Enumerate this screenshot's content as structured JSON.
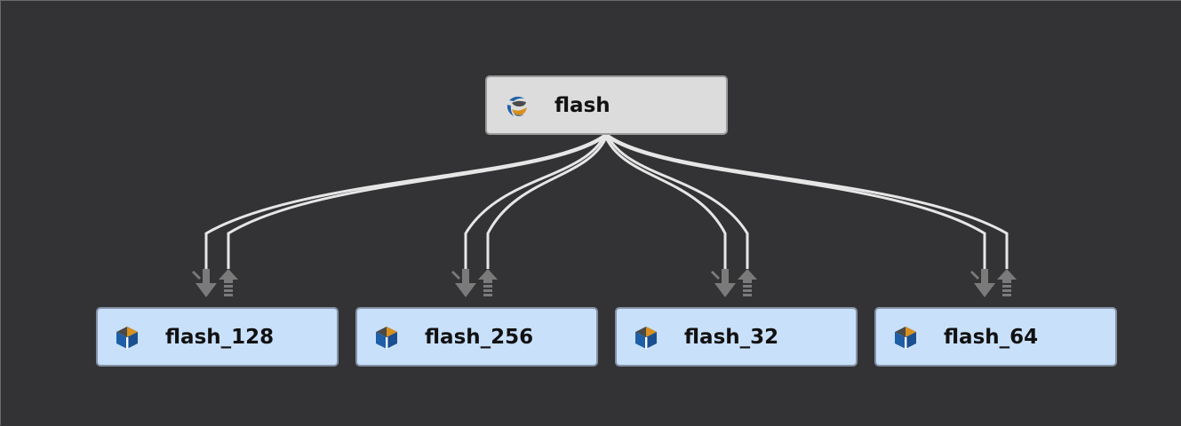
{
  "graph": {
    "parent": {
      "label": "flash",
      "icon": "package-globe-icon"
    },
    "children": [
      {
        "label": "flash_128",
        "icon": "cube-icon"
      },
      {
        "label": "flash_256",
        "icon": "cube-icon"
      },
      {
        "label": "flash_32",
        "icon": "cube-icon"
      },
      {
        "label": "flash_64",
        "icon": "cube-icon"
      }
    ],
    "edges": [
      {
        "from": "flash",
        "to": "flash_128",
        "types": [
          "down-arrow",
          "up-arrow"
        ]
      },
      {
        "from": "flash",
        "to": "flash_256",
        "types": [
          "down-arrow",
          "up-arrow"
        ]
      },
      {
        "from": "flash",
        "to": "flash_32",
        "types": [
          "down-arrow",
          "up-arrow"
        ]
      },
      {
        "from": "flash",
        "to": "flash_64",
        "types": [
          "down-arrow",
          "up-arrow"
        ]
      }
    ]
  },
  "colors": {
    "background": "#333335",
    "parent_fill": "#dcdcdc",
    "child_fill": "#c9e0fb",
    "edge": "#e6e6e6",
    "arrow": "#7a7a7a",
    "icon_blue": "#1f5fa8",
    "icon_orange": "#d8901e",
    "icon_dark": "#4a4a4a"
  }
}
